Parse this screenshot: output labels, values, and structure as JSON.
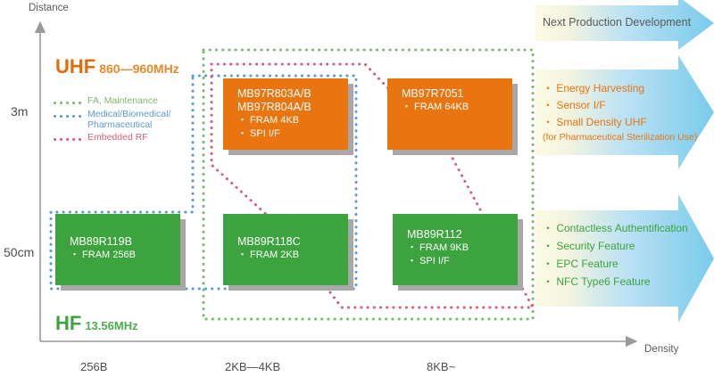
{
  "axes": {
    "y_label": "Distance",
    "x_label": "Density",
    "y_ticks": [
      "3m",
      "50cm"
    ],
    "x_ticks": [
      "256B",
      "2KB—4KB",
      "8KB~"
    ]
  },
  "bands": {
    "uhf": {
      "name": "UHF",
      "freq": "860—960MHz",
      "color": "#E26B0A"
    },
    "hf": {
      "name": "HF",
      "freq": "13.56MHz",
      "color": "#3DA33E"
    }
  },
  "legend": {
    "items": [
      {
        "label": "FA, Maintenance",
        "color": "#7CB96B"
      },
      {
        "label": "Medical/Biomedical/\nPharmaceutical",
        "color": "#5B9BD5"
      },
      {
        "label": "Embedded RF",
        "color": "#D4607A"
      }
    ],
    "medical_line1": "Medical/Biomedical/",
    "medical_line2": "Pharmaceutical"
  },
  "chips": [
    {
      "id": "mb97r803",
      "band": "uhf",
      "color": "#E8750F",
      "title_line1": "MB97R803A/B",
      "title_line2": "MB97R804A/B",
      "bullets": [
        "・ FRAM 4KB",
        "・ SPI I/F"
      ]
    },
    {
      "id": "mb97r7051",
      "band": "uhf",
      "color": "#E8750F",
      "title_line1": "MB97R7051",
      "title_line2": "",
      "bullets": [
        "・ FRAM 64KB"
      ]
    },
    {
      "id": "mb89r119b",
      "band": "hf",
      "color": "#3DA33E",
      "title_line1": "MB89R119B",
      "title_line2": "",
      "bullets": [
        "・ FRAM 256B"
      ]
    },
    {
      "id": "mb89r118c",
      "band": "hf",
      "color": "#3DA33E",
      "title_line1": "MB89R118C",
      "title_line2": "",
      "bullets": [
        "・ FRAM 2KB"
      ]
    },
    {
      "id": "mb89r112",
      "band": "hf",
      "color": "#3DA33E",
      "title_line1": "MB89R112",
      "title_line2": "",
      "bullets": [
        "・ FRAM 9KB",
        "・ SPI I/F"
      ]
    }
  ],
  "arrows": [
    {
      "id": "next-production",
      "title": "Next Production Development",
      "items": [],
      "text_color": "#58595b"
    },
    {
      "id": "uhf-roadmap",
      "title": "",
      "items": [
        "・ Energy Harvesting",
        "・ Sensor I/F",
        "・ Small Density UHF"
      ],
      "sub": "(for Pharmaceutical Sterilization Use)",
      "text_color": "#E8750F"
    },
    {
      "id": "hf-roadmap",
      "title": "",
      "items": [
        "・ Contactless Authentification",
        "・ Security Feature",
        "・ EPC Feature",
        "・ NFC Type6 Feature"
      ],
      "text_color": "#3DA33E"
    }
  ],
  "chart_data": {
    "type": "scatter",
    "title": "RFID Product Portfolio: Distance vs Density",
    "xlabel": "Density",
    "ylabel": "Distance",
    "x_categories": [
      "256B",
      "2KB—4KB",
      "8KB~"
    ],
    "y_categories": [
      "50cm",
      "3m"
    ],
    "points": [
      {
        "label": "MB97R803A/B / MB97R804A/B",
        "x": "2KB—4KB",
        "y": "3m",
        "band": "UHF",
        "memory": "FRAM 4KB",
        "interface": "SPI I/F"
      },
      {
        "label": "MB97R7051",
        "x": "8KB~",
        "y": "3m",
        "band": "UHF",
        "memory": "FRAM 64KB",
        "interface": ""
      },
      {
        "label": "MB89R119B",
        "x": "256B",
        "y": "50cm",
        "band": "HF",
        "memory": "FRAM 256B",
        "interface": ""
      },
      {
        "label": "MB89R118C",
        "x": "2KB—4KB",
        "y": "50cm",
        "band": "HF",
        "memory": "FRAM 2KB",
        "interface": ""
      },
      {
        "label": "MB89R112",
        "x": "8KB~",
        "y": "50cm",
        "band": "HF",
        "memory": "FRAM 9KB",
        "interface": "SPI I/F"
      }
    ],
    "regions": [
      {
        "name": "FA, Maintenance",
        "color": "#7CB96B",
        "style": "dotted"
      },
      {
        "name": "Medical/Biomedical/Pharmaceutical",
        "color": "#5B9BD5",
        "style": "dotted"
      },
      {
        "name": "Embedded RF",
        "color": "#D4607A",
        "style": "dotted"
      }
    ],
    "legend_position": "upper-left",
    "grid": false
  }
}
